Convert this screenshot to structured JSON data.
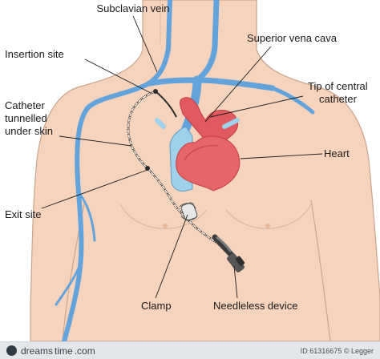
{
  "labels": {
    "subclavian_vein": "Subclavian vein",
    "insertion_site": "Insertion site",
    "superior_vena_cava": "Superior vena cava",
    "tip_of_central_catheter_line1": "Tip of central",
    "tip_of_central_catheter_line2": "catheter",
    "catheter_tunnelled_line1": "Catheter",
    "catheter_tunnelled_line2": "tunnelled",
    "catheter_tunnelled_line3": "under skin",
    "heart": "Heart",
    "exit_site": "Exit site",
    "clamp": "Clamp",
    "needleless_device": "Needleless device"
  },
  "footer": {
    "brand_left": "dreams",
    "brand_right": "time",
    "brand_suffix": ".com",
    "id_text": "ID 61316675",
    "copyright_text": "© Legger"
  },
  "colors": {
    "skin": "#f6d3bd",
    "skin_outline": "#c9a48c",
    "vein": "#62a3db",
    "vein_dark": "#3f82c0",
    "heart": "#e15a5f",
    "heart_dark": "#c23d45",
    "vena_cava": "#9fd2ea",
    "catheter": "#2c2c2c",
    "footer_bg": "#e4e7ea"
  }
}
